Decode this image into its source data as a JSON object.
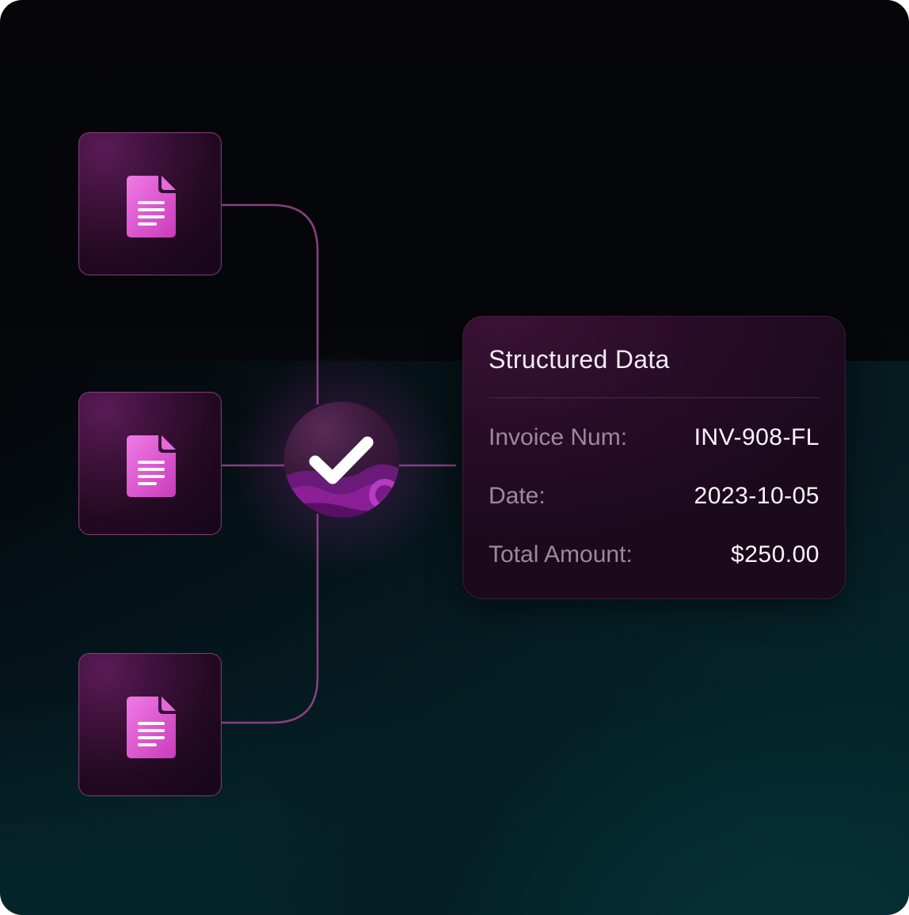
{
  "card": {
    "title": "Structured Data",
    "fields": [
      {
        "label": "Invoice Num:",
        "value": "INV-908-FL"
      },
      {
        "label": "Date:",
        "value": "2023-10-05"
      },
      {
        "label": "Total Amount:",
        "value": "$250.00"
      }
    ]
  },
  "documents": [
    {
      "icon": "document-icon"
    },
    {
      "icon": "document-icon"
    },
    {
      "icon": "document-icon"
    }
  ],
  "hub": {
    "icon": "checkmark-icon"
  },
  "colors": {
    "background_dark": "#050509",
    "background_teal": "#063036",
    "tile_border": "#7a3a72",
    "document_pink": "#e060d0",
    "connector": "#8a3f82",
    "card_label": "#9c8a9c",
    "card_value": "#fbf7fb"
  }
}
